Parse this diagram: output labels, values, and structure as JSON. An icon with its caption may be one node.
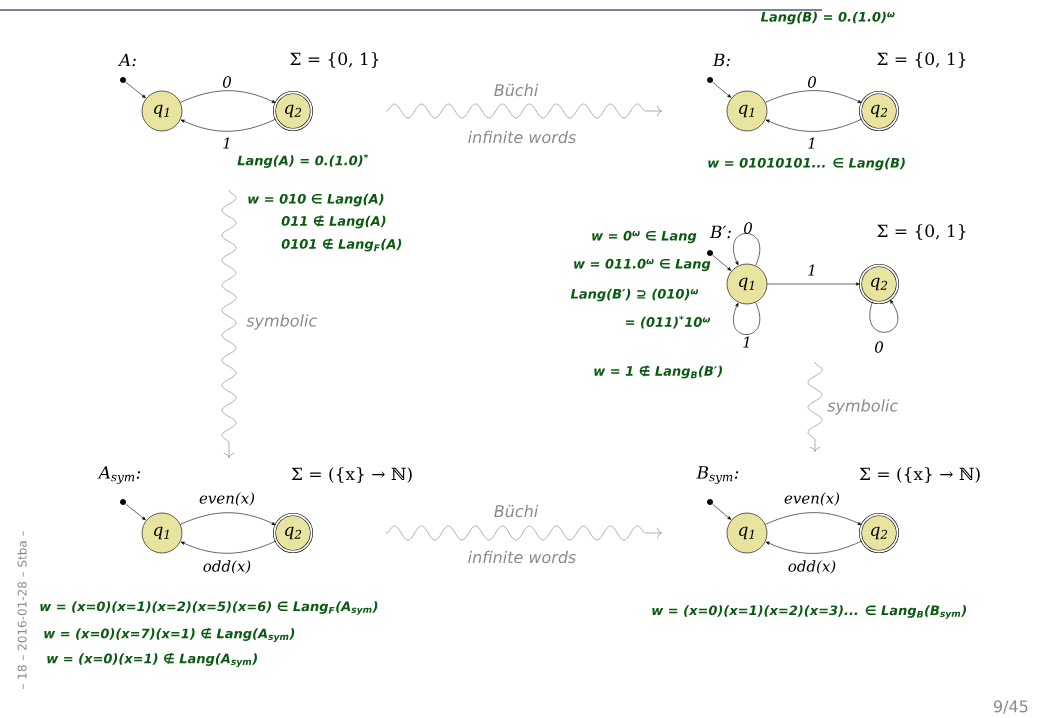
{
  "diagram": {
    "nodes": [
      {
        "text": [],
        "shape": "circle"
      },
      {
        "text": [
          "q$_{1}$"
        ]
      },
      {
        "text": [
          "q$_{2}$"
        ]
      },
      {
        "text": [],
        "shape": "circle"
      },
      {
        "text": [
          "q$_{1}$"
        ]
      },
      {
        "text": [
          "q$_{2}$"
        ]
      },
      {
        "text": [],
        "shape": "circle"
      },
      {
        "text": [
          "q$_{1}$"
        ]
      },
      {
        "text": [
          "q$_{2}$"
        ]
      },
      {
        "text": [],
        "shape": "circle"
      },
      {
        "text": [
          "q$_{1}$"
        ]
      },
      {
        "text": [
          "q$_{2}$"
        ]
      },
      {
        "text": [],
        "shape": "circle"
      },
      {
        "text": [
          "q$_{1}$"
        ]
      },
      {
        "text": [
          "q$_{2}$"
        ]
      }
    ],
    "edges": [
      {
        "from": 0,
        "to": 1,
        "arrow": "to"
      },
      {
        "from": 1,
        "to": 2,
        "arrow": "to",
        "label": "0"
      },
      {
        "from": 2,
        "to": 1,
        "arrow": "to",
        "label": "1"
      },
      {
        "from": 3,
        "to": 4,
        "arrow": "to"
      },
      {
        "from": 4,
        "to": 5,
        "arrow": "to",
        "label": "0"
      },
      {
        "from": 5,
        "to": 4,
        "arrow": "to",
        "label": "1"
      },
      {
        "from": 6,
        "to": 7,
        "arrow": "to"
      },
      {
        "from": 7,
        "to": 7,
        "arrow": "to",
        "label": "0"
      },
      {
        "from": 7,
        "to": 7,
        "arrow": "to",
        "label": "1"
      },
      {
        "from": 7,
        "to": 8,
        "arrow": "to",
        "label": "1"
      },
      {
        "from": 8,
        "to": 8,
        "arrow": "to",
        "label": "0"
      },
      {
        "from": 9,
        "to": 10,
        "arrow": "to"
      },
      {
        "from": 10,
        "to": 11,
        "arrow": "to",
        "label": "even(x)"
      },
      {
        "from": 11,
        "to": 10,
        "arrow": "to",
        "label": "odd(x)"
      },
      {
        "from": 12,
        "to": 13,
        "arrow": "to"
      },
      {
        "from": 13,
        "to": 14,
        "arrow": "to",
        "label": "even(x)"
      },
      {
        "from": 14,
        "to": 13,
        "arrow": "to",
        "label": "odd(x)"
      }
    ],
    "labels": [
      "A:",
      "Σ = {0, 1}",
      "Lang(B) = 0.(1.0)$^{ω}$",
      "B:",
      "Σ = {0, 1}",
      "Büchi",
      "infinite words",
      "Lang(A) = 0.(1.0)$^{*}$",
      "w = 01010101... ∈ Lang(B)",
      "w = 010 ∈ Lang(A)",
      "011 ∉ Lang(A)",
      "0101 ∉ Lang$_{F}$(A)",
      "w = 0$^{ω}$ ∈ Lang",
      "B′:",
      "Σ = {0, 1}",
      "w = 011.0$^{ω}$ ∈ Lang",
      "Lang(B′) ⊇ (010)$^{ω}$",
      "symbolic",
      "= (011)$^{*}$10$^{ω}$",
      "w = 1 ∉ Lang$_{B}$(B′)",
      "symbolic",
      "A$_{sym}$:",
      "Σ = ({x} → ℕ)",
      "B$_{sym}$:",
      "Σ = ({x} → ℕ)",
      "Büchi",
      "infinite words",
      "w = (x=0)(x=1)(x=2)(x=5)(x=6) ∈ Lang$_{F}$(A$_{sym}$)",
      "w = (x=0)(x=1)(x=2)(x=3)... ∈ Lang$_{B}$(B$_{sym}$)",
      "w = (x=0)(x=7)(x=1) ∉ Lang(A$_{sym}$)",
      "w = (x=0)(x=1) ∉ Lang(A$_{sym}$)",
      "– 18 – 2016-01-28 – Stba –",
      "9/45"
    ]
  }
}
